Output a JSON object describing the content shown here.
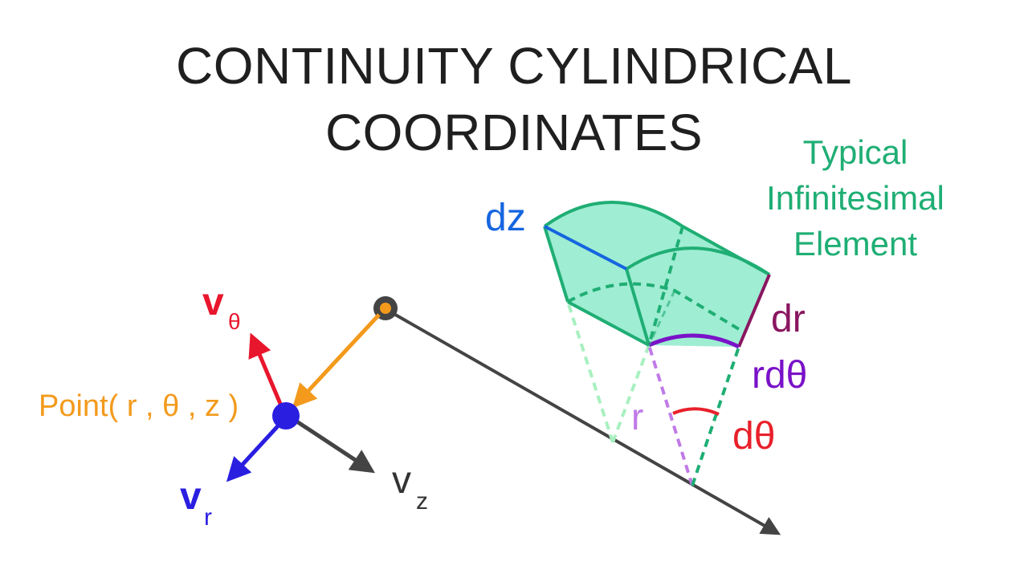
{
  "title": {
    "line1": "CONTINUITY CYLINDRICAL",
    "line2": "COORDINATES"
  },
  "labels": {
    "element_line1": "Typical",
    "element_line2": "Infinitesimal",
    "element_line3": "Element",
    "dz": "dz",
    "dr": "dr",
    "rdtheta": "rdθ",
    "dtheta": "dθ",
    "r": "r",
    "point": "Point( r , θ , z )",
    "v_symbol": "v",
    "v_theta_sub": "θ",
    "v_r_sub": "r",
    "v_z_sub": "z"
  },
  "colors": {
    "element_green": "#1fae74",
    "element_fill": "#7fe7c4",
    "dz_blue": "#1565e0",
    "dr_purple": "#8a1660",
    "rdtheta_violet": "#7a12c8",
    "dtheta_red": "#e8202a",
    "r_lilac": "#c07ae8",
    "point_orange": "#f39a1c",
    "v_theta_red": "#e8162c",
    "v_r_blue": "#2a1ee0",
    "axis_gray": "#444444"
  }
}
